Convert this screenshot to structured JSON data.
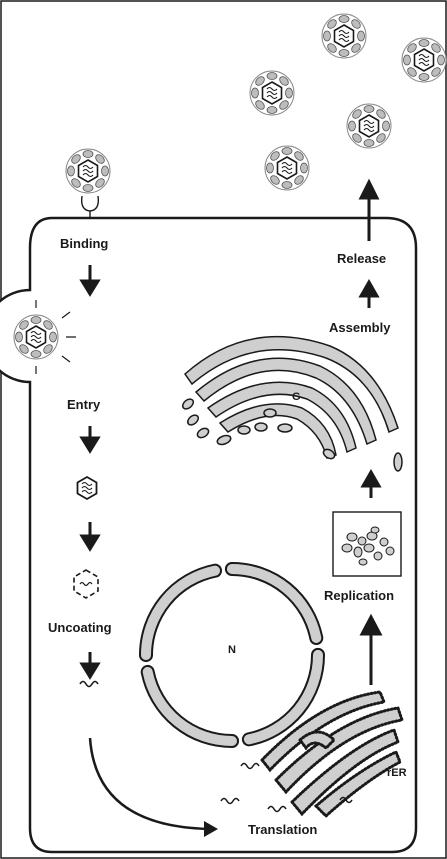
{
  "labels": {
    "binding": "Binding",
    "entry": "Entry",
    "uncoating": "Uncoating",
    "translation": "Translation",
    "replication": "Replication",
    "assembly": "Assembly",
    "release": "Release",
    "nucleus": "N",
    "golgi": "G",
    "rough_er": "rER"
  },
  "colors": {
    "outline": "#1a1a1a",
    "organelle_fill": "#cfcfcf",
    "virion_spike": "#bdbdbd",
    "background": "#ffffff"
  }
}
